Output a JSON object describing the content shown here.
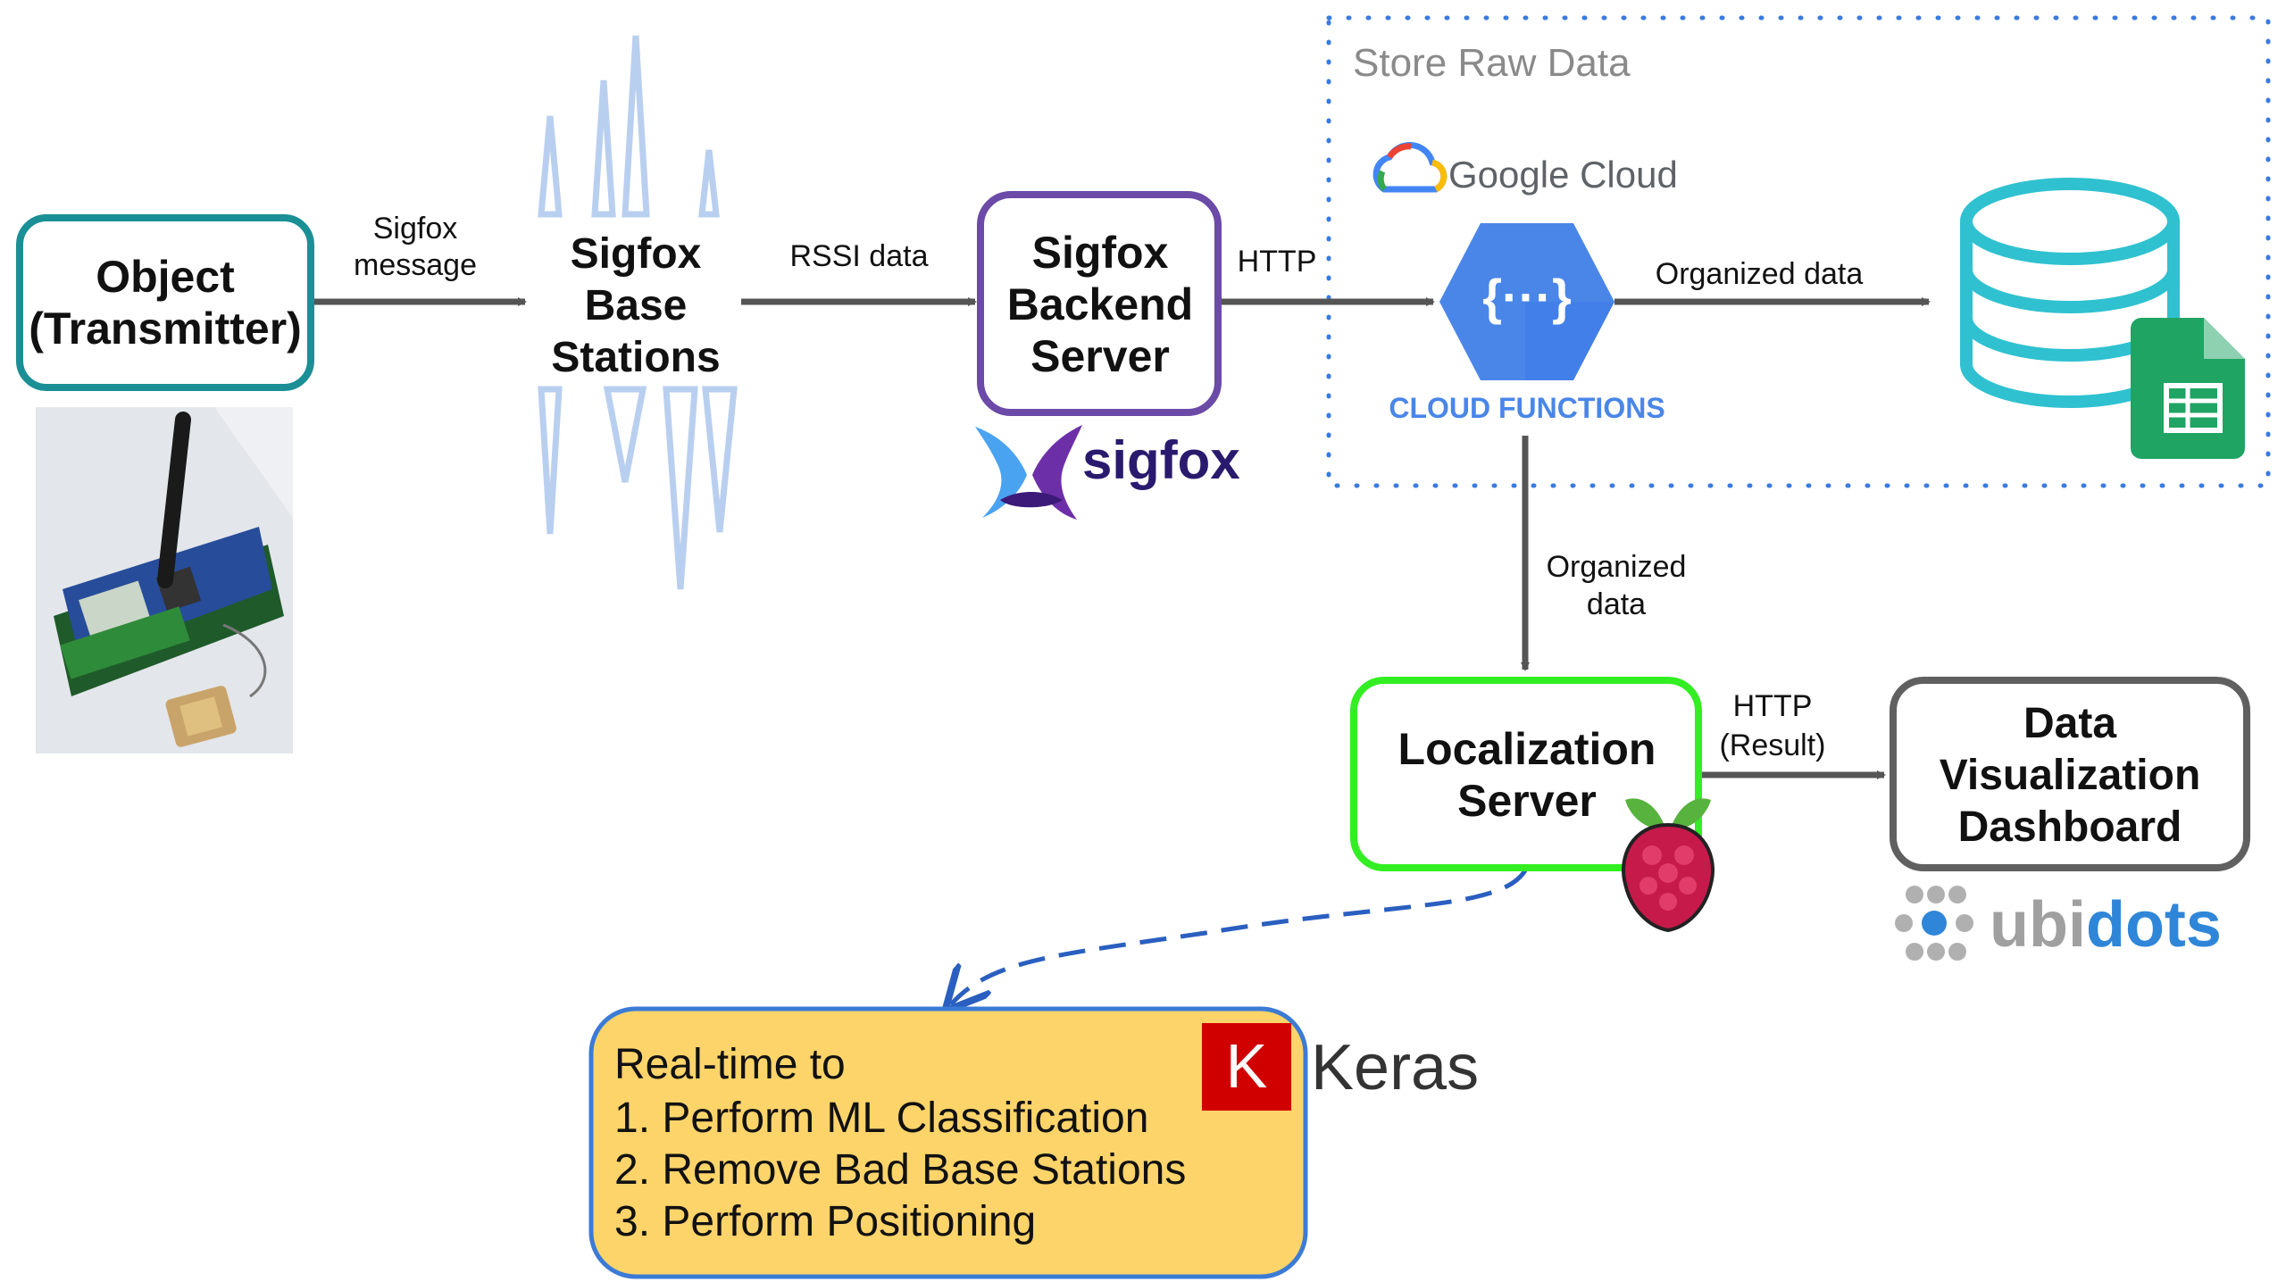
{
  "nodes": {
    "object": {
      "line1": "Object",
      "line2": "(Transmitter)"
    },
    "base_stations": {
      "line1": "Sigfox",
      "line2": "Base",
      "line3": "Stations"
    },
    "backend": {
      "line1": "Sigfox",
      "line2": "Backend",
      "line3": "Server"
    },
    "localization": {
      "line1": "Localization",
      "line2": "Server"
    },
    "dashboard": {
      "line1": "Data",
      "line2": "Visualization",
      "line3": "Dashboard"
    },
    "ml_box": {
      "line1": "Real-time to",
      "line2": "1. Perform ML Classification",
      "line3": "2. Remove Bad Base Stations",
      "line4": "3. Perform Positioning"
    }
  },
  "edges": {
    "sigfox_message": {
      "line1": "Sigfox",
      "line2": "message"
    },
    "rssi": "RSSI data",
    "http1": "HTTP",
    "organized_data_h": "Organized data",
    "organized_data_v": {
      "line1": "Organized",
      "line2": "data"
    },
    "http_result": {
      "line1": "HTTP",
      "line2": "(Result)"
    }
  },
  "cloud_region": {
    "label": "Store Raw Data",
    "provider": "Google Cloud",
    "service": "CLOUD FUNCTIONS"
  },
  "logos": {
    "sigfox": "sigfox",
    "ubidots_a": "ubi",
    "ubidots_b": "dots",
    "keras_k": "K",
    "keras": "Keras"
  },
  "colors": {
    "object_border": "#1a8f95",
    "backend_border": "#6b4aa8",
    "localization_border": "#33ee22",
    "dashboard_border": "#606060",
    "ml_fill": "#fdd46a",
    "ml_border": "#3b7bd6",
    "arrow": "#555555",
    "dashed_arrow": "#2a5fc0",
    "cloud_dots": "#3a7ae0",
    "gcp_blue": "#4a86e8",
    "db_cyan": "#2fc1d0",
    "sheets_green": "#1fa463",
    "keras_red": "#d00000"
  }
}
